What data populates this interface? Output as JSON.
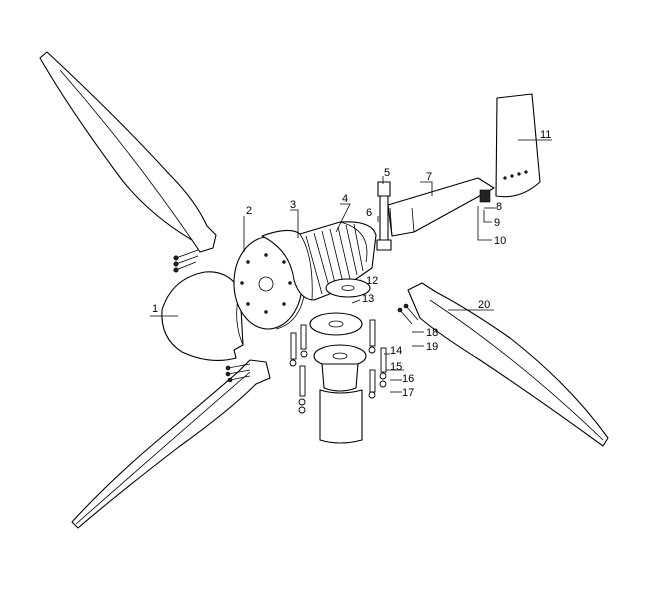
{
  "callouts": [
    {
      "id": "1",
      "label": "1"
    },
    {
      "id": "2",
      "label": "2"
    },
    {
      "id": "3",
      "label": "3"
    },
    {
      "id": "4",
      "label": "4"
    },
    {
      "id": "5",
      "label": "5"
    },
    {
      "id": "6",
      "label": "6"
    },
    {
      "id": "7",
      "label": "7"
    },
    {
      "id": "8",
      "label": "8"
    },
    {
      "id": "9",
      "label": "9"
    },
    {
      "id": "10",
      "label": "10"
    },
    {
      "id": "11",
      "label": "11"
    },
    {
      "id": "12",
      "label": "12"
    },
    {
      "id": "13",
      "label": "13"
    },
    {
      "id": "14",
      "label": "14"
    },
    {
      "id": "15",
      "label": "15"
    },
    {
      "id": "16",
      "label": "16"
    },
    {
      "id": "17",
      "label": "17"
    },
    {
      "id": "18",
      "label": "18"
    },
    {
      "id": "19",
      "label": "19"
    },
    {
      "id": "20",
      "label": "20"
    }
  ],
  "colors": {
    "line": "#000000",
    "fill": "#ffffff"
  }
}
